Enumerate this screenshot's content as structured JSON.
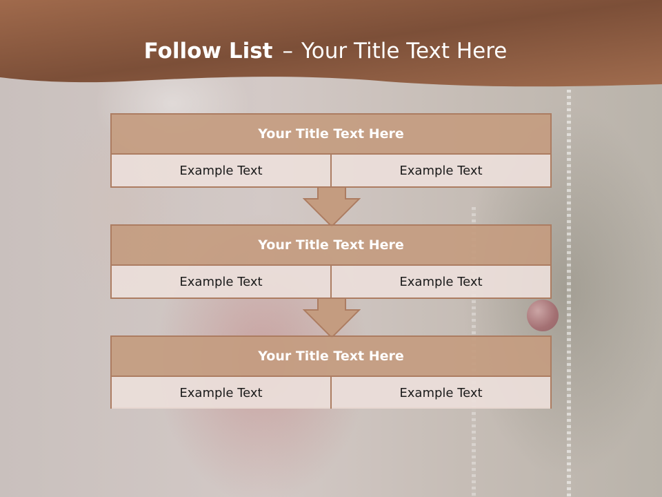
{
  "slide": {
    "title_bold": "Follow List",
    "title_sep": "–",
    "title_rest": "Your Title Text Here"
  },
  "blocks": [
    {
      "title": "Your Title Text Here",
      "left": "Example Text",
      "right": "Example Text"
    },
    {
      "title": "Your Title Text Here",
      "left": "Example Text",
      "right": "Example Text"
    },
    {
      "title": "Your Title Text Here",
      "left": "Example Text",
      "right": "Example Text"
    }
  ],
  "colors": {
    "header_band": "#9a6446",
    "block_title": "#c49c80",
    "block_cell": "#ecdeda",
    "border": "#ac7c61"
  },
  "icons": [
    "down-arrow-icon"
  ]
}
